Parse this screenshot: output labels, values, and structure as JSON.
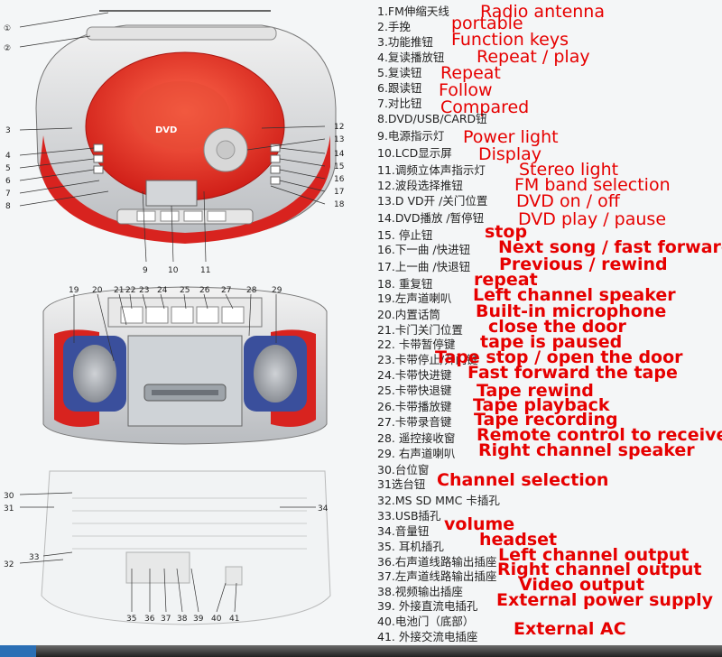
{
  "diagram": {
    "dvd_logo": "DVD",
    "top_callouts": [
      "①",
      "②",
      "3",
      "4",
      "5",
      "6",
      "7",
      "8",
      "12",
      "13",
      "14",
      "15",
      "16",
      "17",
      "18",
      "9",
      "10",
      "11"
    ],
    "front_callouts": [
      "19",
      "20",
      "21",
      "22",
      "23",
      "24",
      "25",
      "26",
      "27",
      "28",
      "29"
    ],
    "bottom_callouts": [
      "30",
      "31",
      "32",
      "33",
      "34",
      "35",
      "36",
      "37",
      "38",
      "39",
      "40",
      "41"
    ]
  },
  "legend": [
    {
      "cn": "1.FM伸缩天线",
      "en": "Radio antenna",
      "bold": false
    },
    {
      "cn": "2.手挽",
      "en": "portable",
      "bold": false
    },
    {
      "cn": "3.功能推钮",
      "en": "Function keys",
      "bold": false
    },
    {
      "cn": "4.复读播放钮",
      "en": "Repeat / play",
      "bold": false
    },
    {
      "cn": "5.复读钮",
      "en": "Repeat",
      "bold": false
    },
    {
      "cn": "6.跟读钮",
      "en": "Follow",
      "bold": false
    },
    {
      "cn": "7.对比钮",
      "en": "Compared",
      "bold": false
    },
    {
      "cn": "8.DVD/USB/CARD钮",
      "en": "",
      "bold": false
    },
    {
      "cn": "9.电源指示灯",
      "en": "Power light",
      "bold": false
    },
    {
      "cn": "10.LCD显示屏",
      "en": "Display",
      "bold": false
    },
    {
      "cn": "11.调频立体声指示灯",
      "en": "Stereo light",
      "bold": false
    },
    {
      "cn": "12.波段选择推钮",
      "en": "FM band selection",
      "bold": false
    },
    {
      "cn": "13.D VD开 /关门位置",
      "en": "DVD on / off",
      "bold": false
    },
    {
      "cn": "14.DVD播放 /暂停钮",
      "en": "DVD play / pause",
      "bold": false
    },
    {
      "cn": "15. 停止钮",
      "en": "stop",
      "bold": true
    },
    {
      "cn": "16.下一曲 /快进钮",
      "en": "Next song / fast forward",
      "bold": true
    },
    {
      "cn": "17.上一曲 /快退钮",
      "en": "Previous / rewind",
      "bold": true
    },
    {
      "cn": "18. 重复钮",
      "en": "repeat",
      "bold": true
    },
    {
      "cn": "19.左声道喇叭",
      "en": "Left channel speaker",
      "bold": true
    },
    {
      "cn": "20.内置话筒",
      "en": "Built-in microphone",
      "bold": true
    },
    {
      "cn": "21.卡门关门位置",
      "en": "close the door",
      "bold": true
    },
    {
      "cn": "22. 卡带暂停键",
      "en": "tape is paused",
      "bold": true
    },
    {
      "cn": "23.卡带停止/开门键",
      "en": "Tape stop / open the door",
      "bold": true
    },
    {
      "cn": "24.卡带快进键",
      "en": "Fast forward the tape",
      "bold": true
    },
    {
      "cn": "25.卡带快退键",
      "en": "Tape rewind",
      "bold": true
    },
    {
      "cn": "26.卡带播放键",
      "en": "Tape playback",
      "bold": true
    },
    {
      "cn": "27.卡带录音键",
      "en": "Tape recording",
      "bold": true
    },
    {
      "cn": "28. 遥控接收窗",
      "en": "Remote control to receive",
      "bold": true
    },
    {
      "cn": "29. 右声道喇叭",
      "en": "Right channel speaker",
      "bold": true
    },
    {
      "cn": "30.台位窗",
      "en": "",
      "bold": true
    },
    {
      "cn": "31选台钮",
      "en": "Channel selection",
      "bold": true
    },
    {
      "cn": "32.MS  SD MMC 卡插孔",
      "en": "",
      "bold": true
    },
    {
      "cn": "33.USB插孔",
      "en": "",
      "bold": true
    },
    {
      "cn": "34.音量钮",
      "en": "volume",
      "bold": true
    },
    {
      "cn": "35. 耳机插孔",
      "en": "headset",
      "bold": true
    },
    {
      "cn": "36.右声道线路输出插座",
      "en": "Left channel output",
      "bold": true
    },
    {
      "cn": "37.左声道线路输出插座",
      "en": "Right channel output",
      "bold": true
    },
    {
      "cn": "38.视频输出插座",
      "en": "Video output",
      "bold": true
    },
    {
      "cn": "39. 外接直流电插孔",
      "en": "External power supply",
      "bold": true
    },
    {
      "cn": "40.电池门（底部）",
      "en": "",
      "bold": true
    },
    {
      "cn": "41. 外接交流电插座",
      "en": "External AC",
      "bold": true
    }
  ],
  "colors": {
    "cn_text": "#222222",
    "en_text": "#e60000",
    "body_red": "#d8231f",
    "speaker_blue": "#3a4f9c"
  }
}
